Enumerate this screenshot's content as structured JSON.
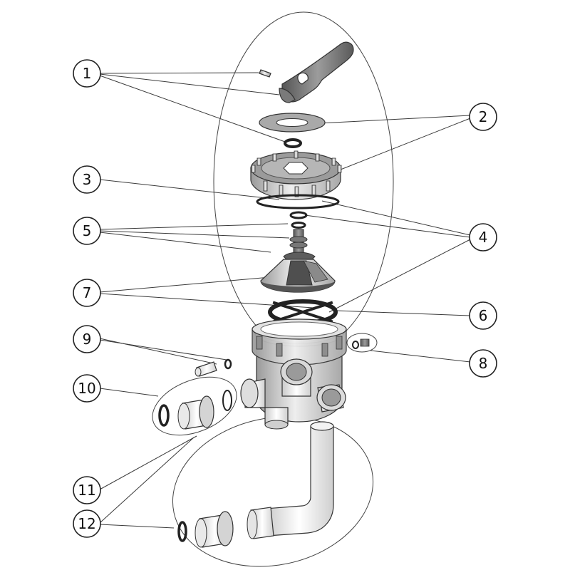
{
  "diagram": {
    "callouts": [
      {
        "id": "1",
        "label": "1"
      },
      {
        "id": "2",
        "label": "2"
      },
      {
        "id": "3",
        "label": "3"
      },
      {
        "id": "4",
        "label": "4"
      },
      {
        "id": "5",
        "label": "5"
      },
      {
        "id": "6",
        "label": "6"
      },
      {
        "id": "7",
        "label": "7"
      },
      {
        "id": "8",
        "label": "8"
      },
      {
        "id": "9",
        "label": "9"
      },
      {
        "id": "10",
        "label": "10"
      },
      {
        "id": "11",
        "label": "11"
      },
      {
        "id": "12",
        "label": "12"
      }
    ],
    "colors": {
      "part_light": "#e4e4e4",
      "part_mid": "#bdbdbd",
      "part_dark": "#6e6e6e",
      "part_darker": "#4a4a4a",
      "line": "#333333",
      "background": "#ffffff"
    }
  }
}
